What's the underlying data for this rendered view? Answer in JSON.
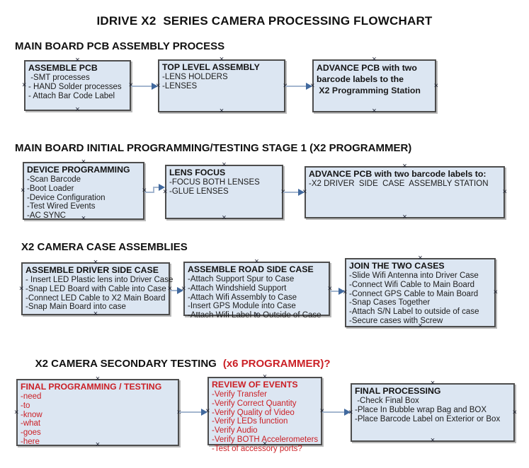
{
  "title": "IDRIVE X2  SERIES CAMERA PROCESSING FLOWCHART",
  "colors": {
    "accent_red": "#cb2026",
    "box_fill": "#dce6f2",
    "box_border": "#4d4d4d",
    "arrow_shaft": "#a3b6cf",
    "arrow_head": "#41699e"
  },
  "icons": {
    "anchor_mark": "×"
  },
  "sections": [
    {
      "heading": "MAIN BOARD PCB ASSEMBLY PROCESS",
      "boxes": [
        {
          "title": "ASSEMBLE PCB",
          "items": [
            " -SMT processes",
            "- HAND Solder processes",
            "- Attach Bar Code Label"
          ]
        },
        {
          "title": "TOP LEVEL ASSEMBLY",
          "items": [
            "-LENS HOLDERS",
            "-LENSES"
          ]
        },
        {
          "title": "ADVANCE PCB with two barcode labels to the",
          "items": [
            " X2 Programming Station"
          ]
        }
      ]
    },
    {
      "heading": "MAIN BOARD INITIAL PROGRAMMING/TESTING STAGE 1 (X2 PROGRAMMER)",
      "boxes": [
        {
          "title": "DEVICE PROGRAMMING",
          "items": [
            "-Scan Barcode",
            "-Boot Loader",
            "-Device Configuration",
            "-Test Wired Events",
            "-AC SYNC"
          ]
        },
        {
          "title": "LENS FOCUS",
          "items": [
            "-FOCUS BOTH LENSES",
            "-GLUE LENSES"
          ]
        },
        {
          "title": "ADVANCE PCB with two barcode labels to:",
          "items": [
            "-X2 DRIVER  SIDE  CASE  ASSEMBLY STATION"
          ]
        }
      ]
    },
    {
      "heading": "X2 CAMERA CASE ASSEMBLIES",
      "boxes": [
        {
          "title": "ASSEMBLE DRIVER SIDE CASE",
          "items": [
            "- Insert LED Plastic lens into Driver Case",
            "-Snap LED Board with Cable into Case",
            "-Connect LED Cable to X2 Main Board",
            "-Snap Main Board into case"
          ]
        },
        {
          "title": "ASSEMBLE ROAD SIDE CASE",
          "items": [
            "-Attach Support Spur to Case",
            "-Attach Windshield Support",
            "-Attach Wifi Assembly to Case",
            "-Insert GPS Module into Case",
            "-Attach Wifi Label to Outside of Case"
          ]
        },
        {
          "title": "JOIN THE TWO CASES",
          "items": [
            "-Slide Wifi Antenna into Driver Case",
            "-Connect Wifi Cable to Main Board",
            "-Connect GPS Cable to Main Board",
            "-Snap Cases Together",
            "-Attach S/N Label to outside of case",
            "-Secure cases with Screw"
          ]
        }
      ]
    },
    {
      "heading": "X2 CAMERA SECONDARY TESTING",
      "heading_suffix": "(x6 PROGRAMMER)?",
      "boxes": [
        {
          "title": "FINAL PROGRAMMING / TESTING",
          "items": [
            "-need",
            "-to",
            "-know",
            "-what",
            "-goes",
            "-here"
          ]
        },
        {
          "title": "REVIEW OF EVENTS",
          "items": [
            "-Verify Transfer",
            "-Verify Correct Quantity",
            "-Verify Quality of Video",
            "-Verify LEDs function",
            "-Verify Audio",
            "-Verify BOTH Accelerometers",
            "-Test of accessory ports?"
          ]
        },
        {
          "title": "FINAL PROCESSING",
          "items": [
            " -Check Final Box",
            "-Place In Bubble wrap Bag and BOX",
            "-Place Barcode Label on Exterior or Box"
          ]
        }
      ]
    }
  ]
}
